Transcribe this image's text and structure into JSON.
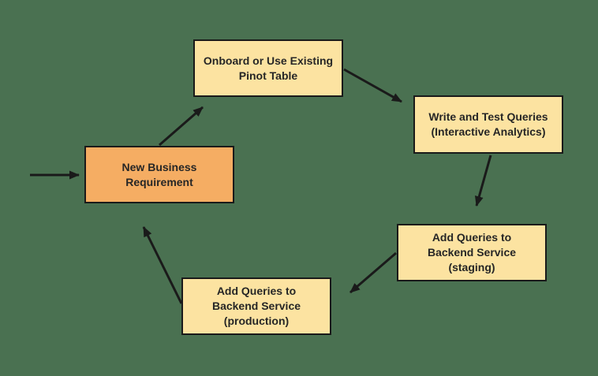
{
  "diagram": {
    "type": "flowchart-cycle",
    "colors": {
      "background": "#4A7151",
      "node_fill_yellow": "#FCE3A1",
      "node_fill_orange": "#F5AD63",
      "node_border": "#1A1A1A",
      "text": "#262626",
      "arrow": "#1A1A1A"
    },
    "nodes": [
      {
        "id": "new-business-requirement",
        "fill": "orange",
        "lines": [
          "New Business",
          "Requirement"
        ]
      },
      {
        "id": "onboard-pinot-table",
        "fill": "yellow",
        "lines": [
          "Onboard or Use Existing",
          "Pinot Table"
        ]
      },
      {
        "id": "write-test-queries",
        "fill": "yellow",
        "lines": [
          "Write and Test Queries",
          "(Interactive Analytics)"
        ]
      },
      {
        "id": "add-queries-staging",
        "fill": "yellow",
        "lines": [
          "Add Queries to",
          "Backend Service",
          "(staging)"
        ]
      },
      {
        "id": "add-queries-production",
        "fill": "yellow",
        "lines": [
          "Add Queries to",
          "Backend Service",
          "(production)"
        ]
      }
    ],
    "edges": [
      {
        "from": "start",
        "to": "new-business-requirement"
      },
      {
        "from": "new-business-requirement",
        "to": "onboard-pinot-table"
      },
      {
        "from": "onboard-pinot-table",
        "to": "write-test-queries"
      },
      {
        "from": "write-test-queries",
        "to": "add-queries-staging"
      },
      {
        "from": "add-queries-staging",
        "to": "add-queries-production"
      },
      {
        "from": "add-queries-production",
        "to": "new-business-requirement"
      }
    ]
  }
}
